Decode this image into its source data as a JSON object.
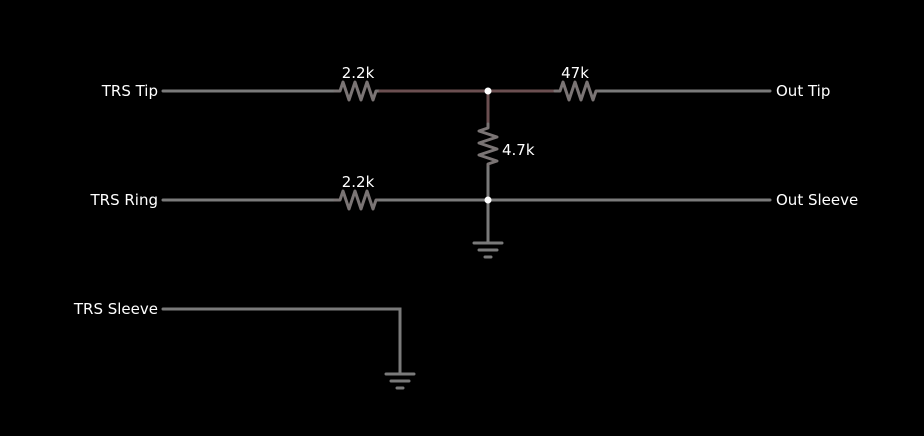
{
  "colors": {
    "background": "#000000",
    "wire": "#7a7a7a",
    "highlight_wire": "#6b4f51",
    "resistor": "#7a7474",
    "junction": "#ffffff",
    "text": "#ffffff"
  },
  "ports": {
    "trs_tip": "TRS Tip",
    "trs_ring": "TRS Ring",
    "trs_sleeve": "TRS Sleeve",
    "out_tip": "Out Tip",
    "out_sleeve": "Out Sleeve"
  },
  "components": {
    "r_tip": "2.2k",
    "r_ring": "2.2k",
    "r_out": "47k",
    "r_shunt": "4.7k"
  },
  "icons": {
    "ground": "ground-icon",
    "junction": "junction-dot"
  }
}
